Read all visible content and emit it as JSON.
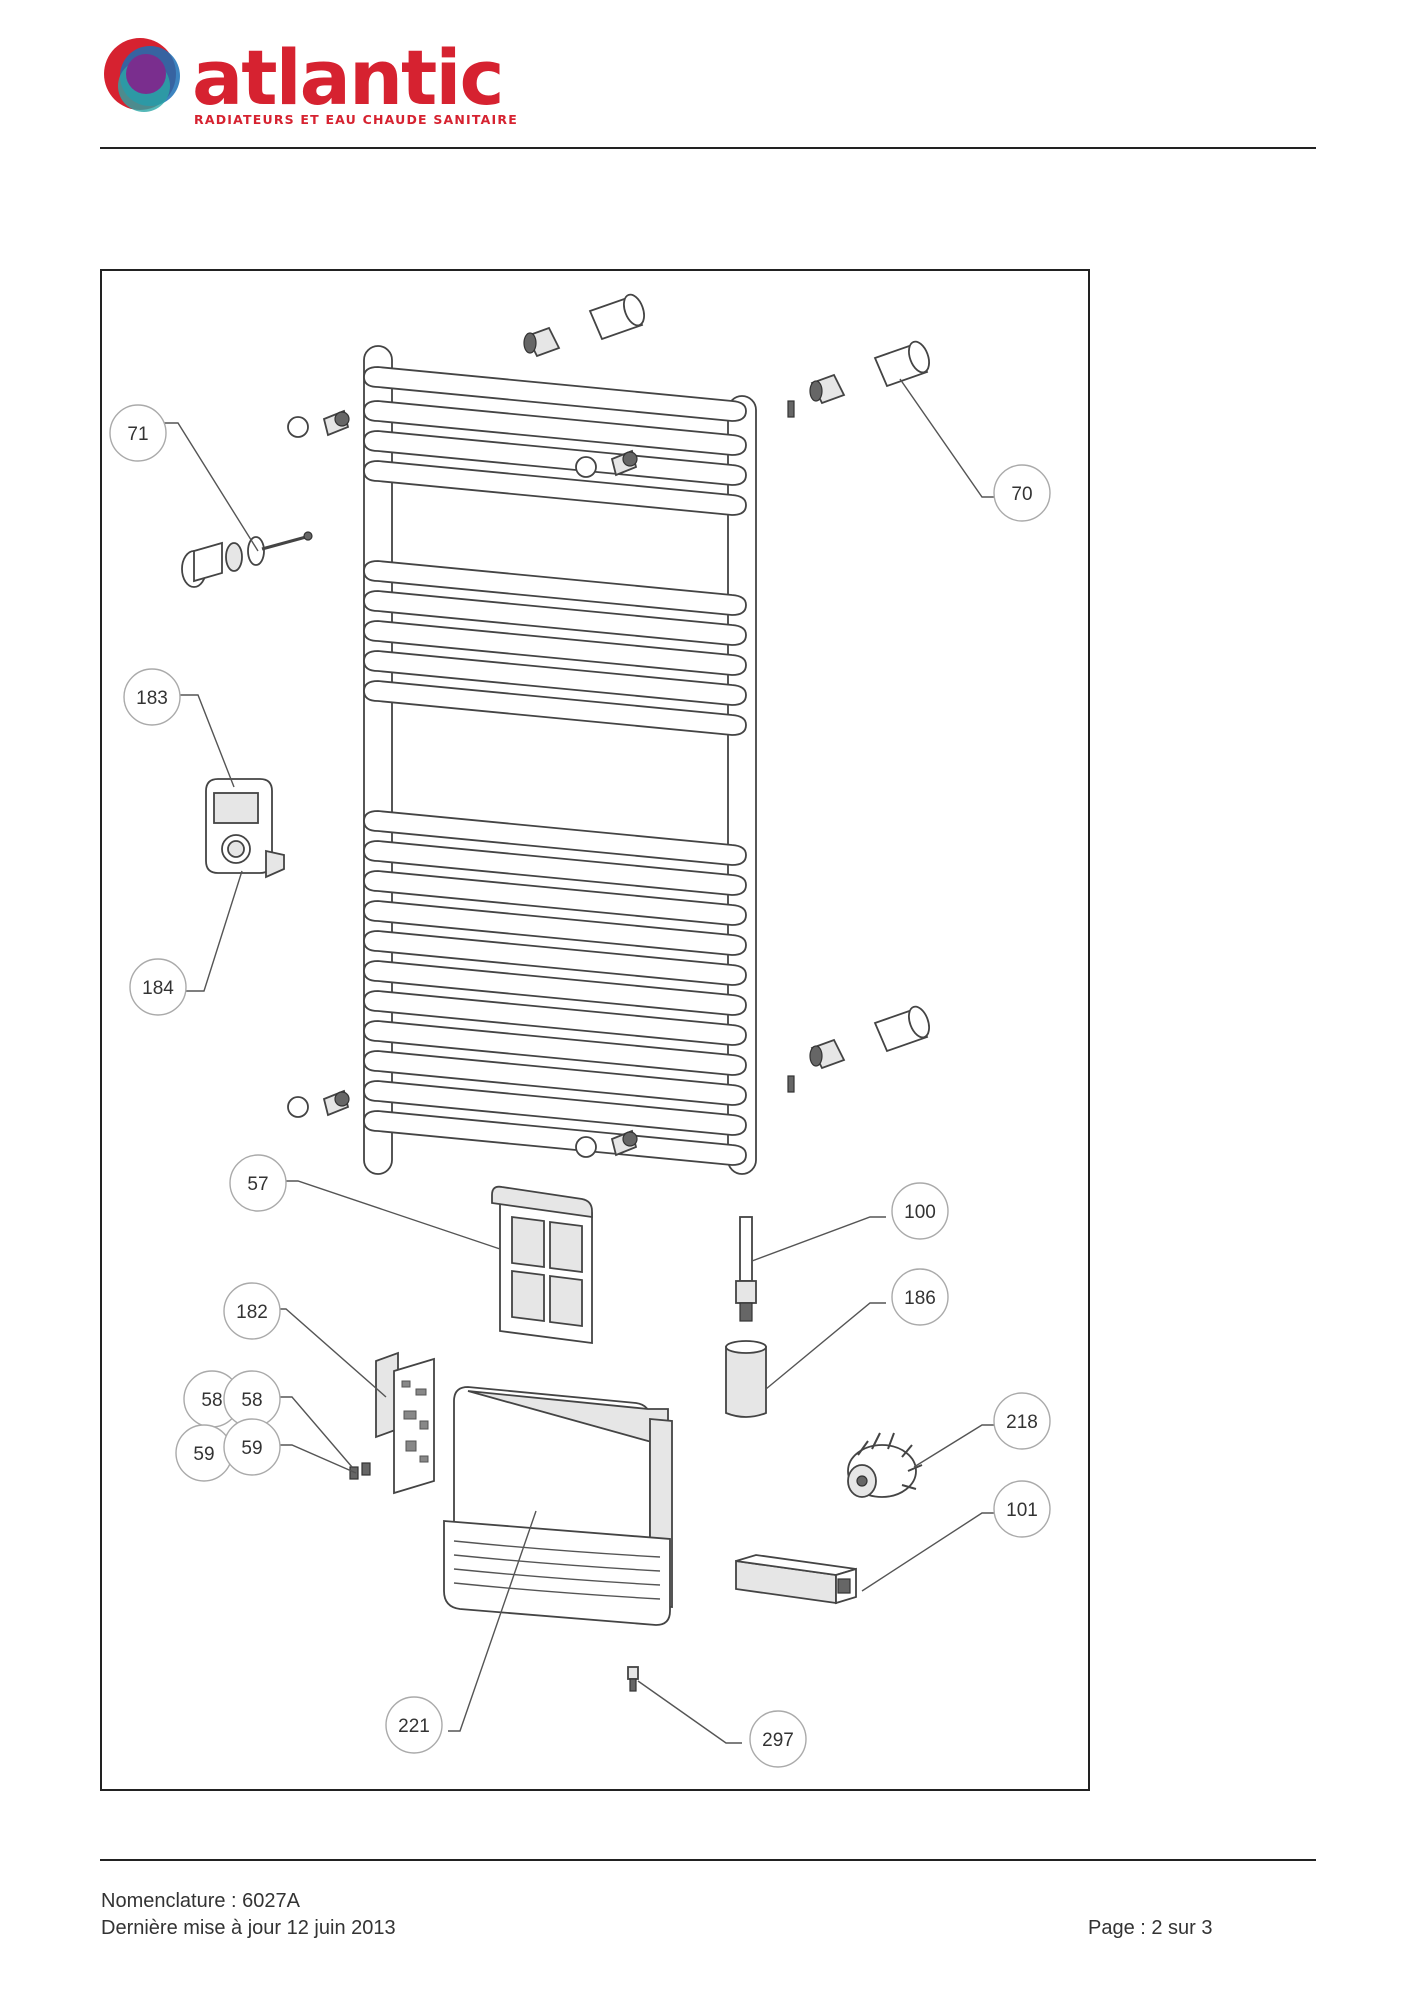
{
  "brand": {
    "name": "atlantic",
    "tagline": "RADIATEURS ET EAU CHAUDE SANITAIRE",
    "colors": {
      "red": "#d62230",
      "blue": "#1b6fb5",
      "purple": "#7a2e8e",
      "teal": "#2aa6a6"
    }
  },
  "diagram": {
    "callouts": [
      {
        "id": "c71",
        "label": "71"
      },
      {
        "id": "c70",
        "label": "70"
      },
      {
        "id": "c183",
        "label": "183"
      },
      {
        "id": "c184",
        "label": "184"
      },
      {
        "id": "c57",
        "label": "57"
      },
      {
        "id": "c100",
        "label": "100"
      },
      {
        "id": "c186",
        "label": "186"
      },
      {
        "id": "c182",
        "label": "182"
      },
      {
        "id": "c58a",
        "label": "58"
      },
      {
        "id": "c58b",
        "label": "58"
      },
      {
        "id": "c59a",
        "label": "59"
      },
      {
        "id": "c59b",
        "label": "59"
      },
      {
        "id": "c218",
        "label": "218"
      },
      {
        "id": "c101",
        "label": "101"
      },
      {
        "id": "c221",
        "label": "221"
      },
      {
        "id": "c297",
        "label": "297"
      }
    ]
  },
  "footer": {
    "nomenclature": "Nomenclature : 6027A",
    "updated": "Dernière mise à jour 12 juin 2013",
    "page": "Page : 2 sur 3"
  }
}
